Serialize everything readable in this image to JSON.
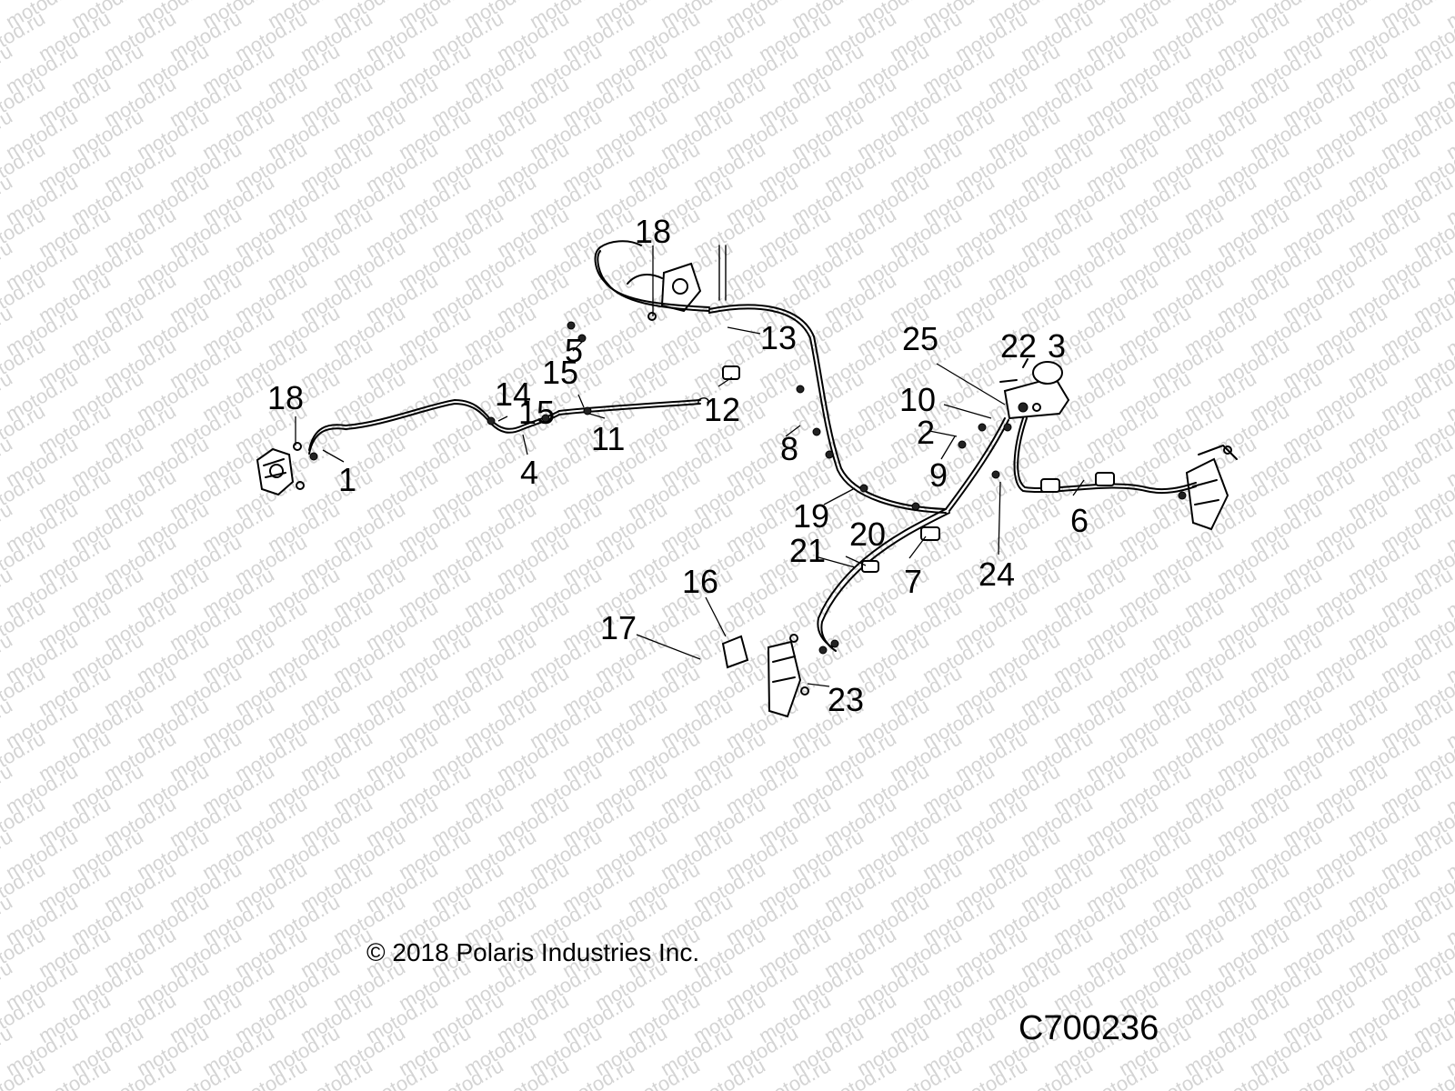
{
  "watermark_text": "motod.ru",
  "copyright": "© 2018 Polaris Industries Inc.",
  "drawing_number": "C700236",
  "callouts": [
    "1",
    "2",
    "3",
    "4",
    "5",
    "6",
    "7",
    "8",
    "9",
    "10",
    "11",
    "12",
    "13",
    "14",
    "15",
    "15",
    "16",
    "17",
    "18",
    "18",
    "19",
    "20",
    "21",
    "22",
    "23",
    "24",
    "25"
  ]
}
